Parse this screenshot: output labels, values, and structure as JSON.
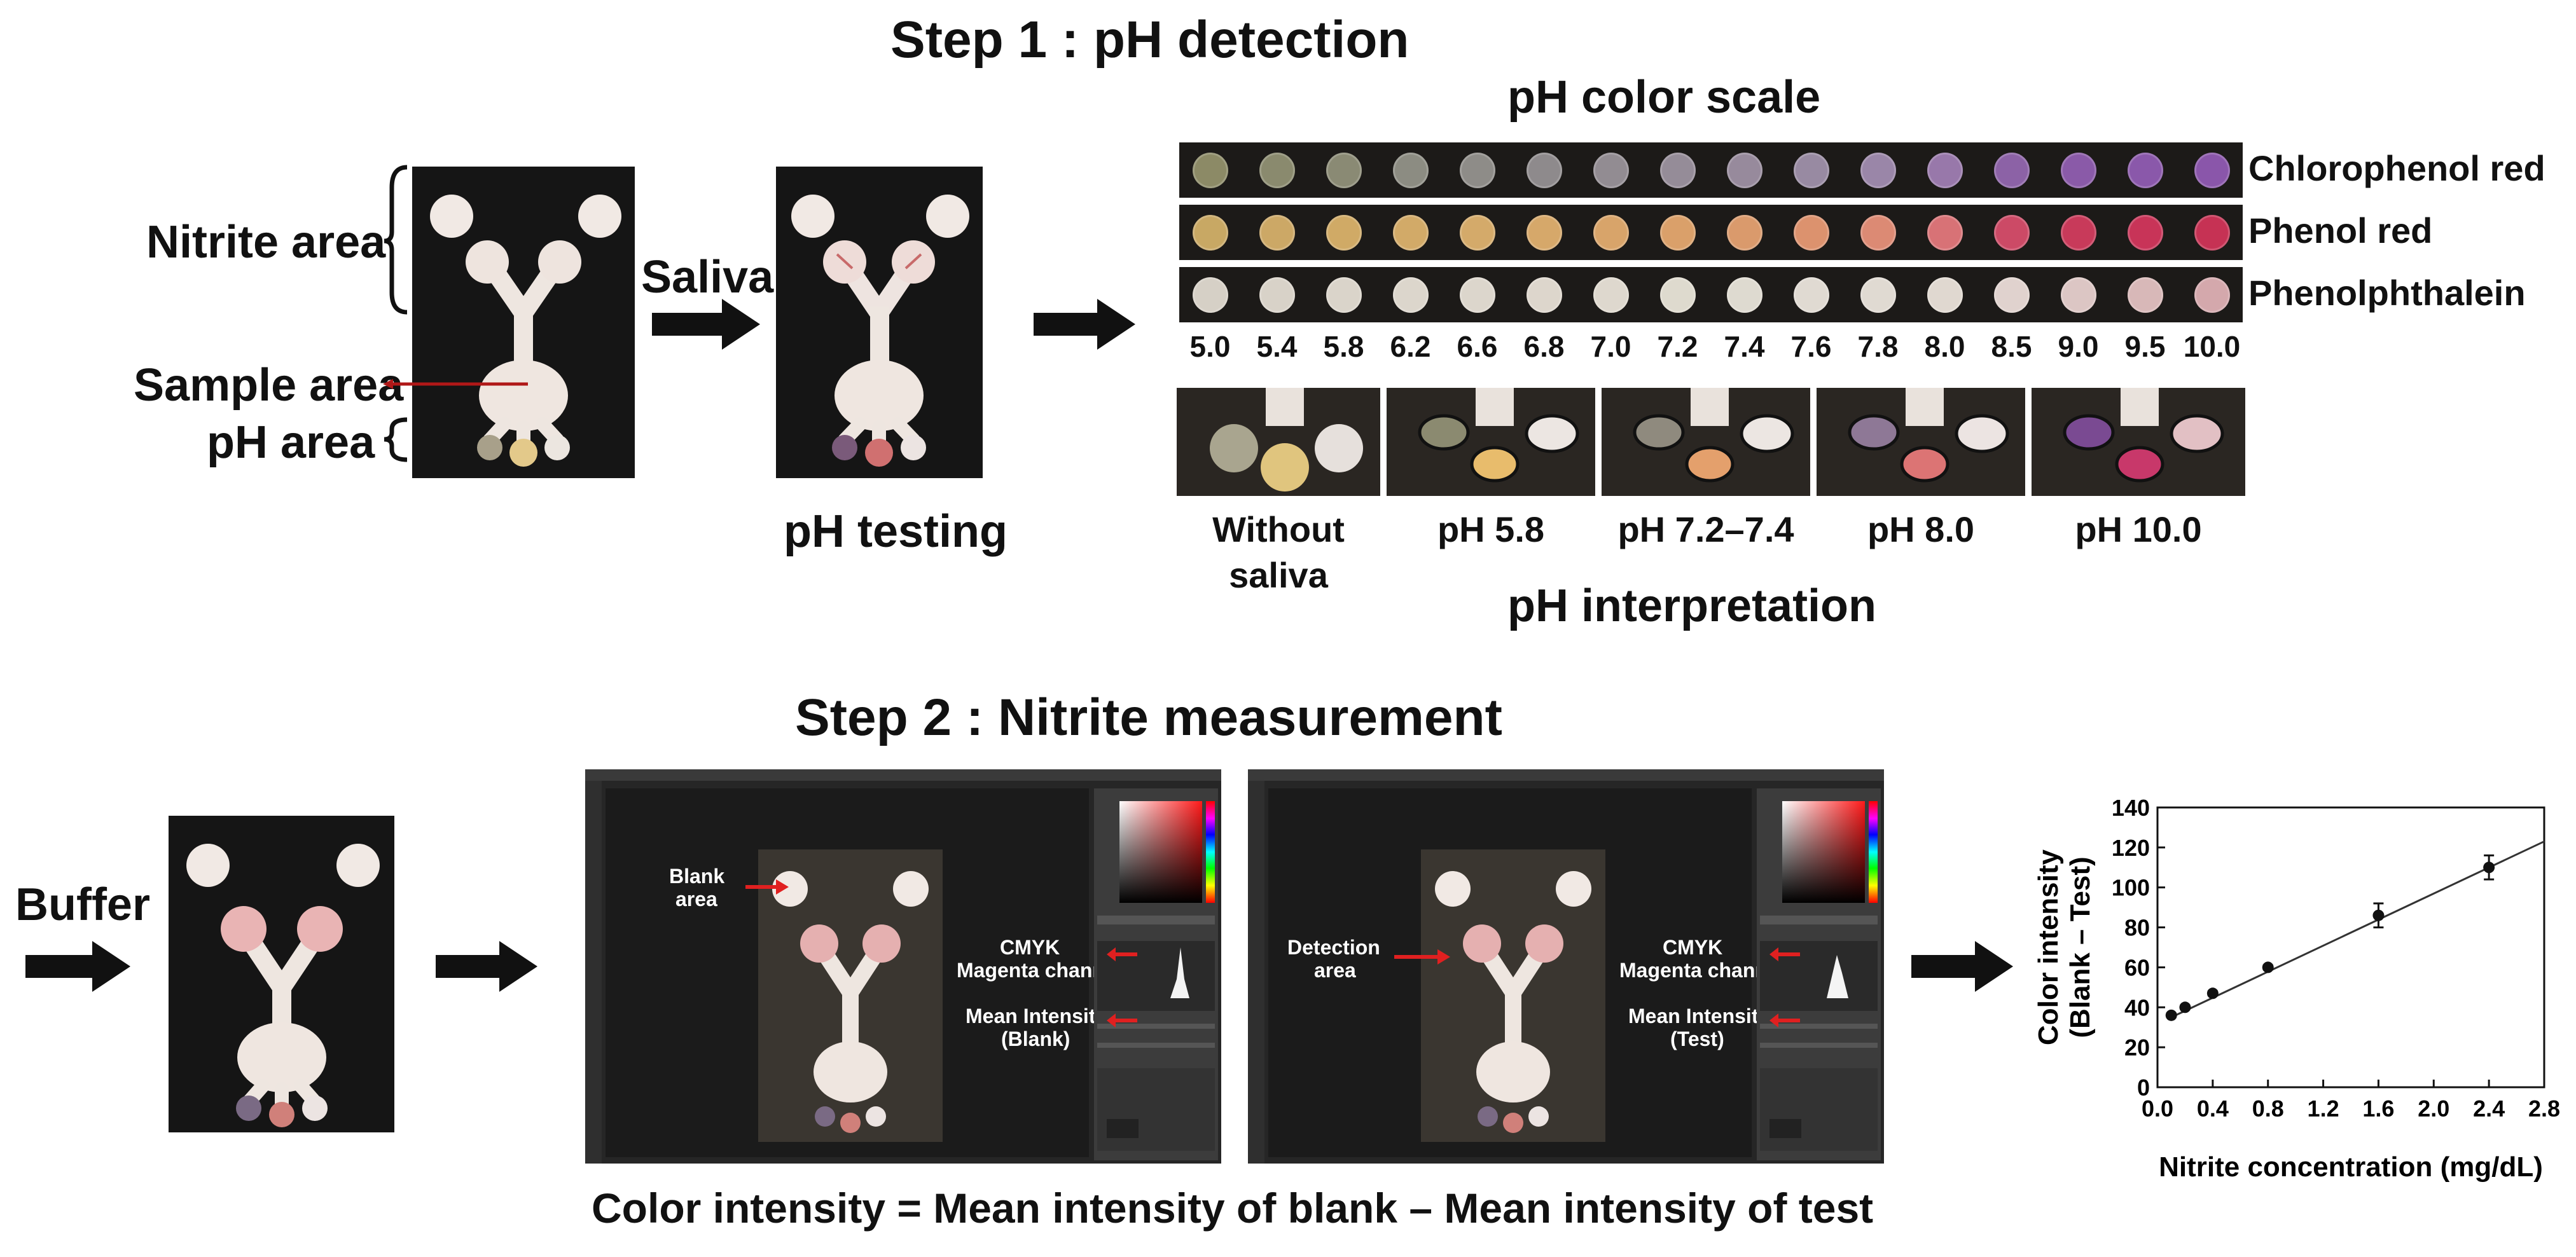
{
  "step1": {
    "title": "Step 1 : pH detection",
    "labels": {
      "nitrite_area": "Nitrite area",
      "sample_area": "Sample area",
      "ph_area": "pH area"
    },
    "saliva_label": "Saliva",
    "ph_testing_label": "pH testing",
    "color_scale_title": "pH color scale",
    "indicators": [
      "Chlorophenol red",
      "Phenol red",
      "Phenolphthalein"
    ],
    "ph_values": [
      "5.0",
      "5.4",
      "5.8",
      "6.2",
      "6.6",
      "6.8",
      "7.0",
      "7.2",
      "7.4",
      "7.6",
      "7.8",
      "8.0",
      "8.5",
      "9.0",
      "9.5",
      "10.0"
    ],
    "interpretation_title": "pH interpretation",
    "interpretation_labels": [
      "Without",
      "saliva",
      "pH 5.8",
      "pH 7.2–7.4",
      "pH 8.0",
      "pH 10.0"
    ]
  },
  "step2": {
    "title": "Step 2 : Nitrite measurement",
    "buffer_label": "Buffer",
    "screen1": {
      "area_line1": "Blank",
      "area_line2": "area",
      "channel_line1": "CMYK",
      "channel_line2": "Magenta channel",
      "mean_line1": "Mean Intensity",
      "mean_line2": "(Blank)"
    },
    "screen2": {
      "area_line1": "Detection",
      "area_line2": "area",
      "channel_line1": "CMYK",
      "channel_line2": "Magenta channel",
      "mean_line1": "Mean Intensity",
      "mean_line2": "(Test)"
    },
    "formula": "Color intensity = Mean intensity of blank – Mean intensity of test"
  },
  "chart_data": {
    "type": "scatter",
    "xlabel": "Nitrite concentration (mg/dL)",
    "ylabel_line1": "Color intensity",
    "ylabel_line2": "(Blank – Test)",
    "xlim": [
      0.0,
      2.8
    ],
    "ylim": [
      0,
      140
    ],
    "x_ticks": [
      "0.0",
      "0.4",
      "0.8",
      "1.2",
      "1.6",
      "2.0",
      "2.4",
      "2.8"
    ],
    "y_ticks": [
      "0",
      "20",
      "40",
      "60",
      "80",
      "100",
      "120",
      "140"
    ],
    "points": [
      {
        "x": 0.1,
        "y": 36,
        "err": 1
      },
      {
        "x": 0.2,
        "y": 40,
        "err": 1
      },
      {
        "x": 0.4,
        "y": 47,
        "err": 1
      },
      {
        "x": 0.8,
        "y": 60,
        "err": 1
      },
      {
        "x": 1.6,
        "y": 86,
        "err": 6
      },
      {
        "x": 2.4,
        "y": 110,
        "err": 6
      }
    ],
    "fit_line": {
      "x0": 0.1,
      "y0": 35,
      "x1": 2.8,
      "y1": 123
    },
    "grid": false,
    "colors": {
      "marker": "#111111",
      "line": "#333333"
    }
  },
  "colors": {
    "chlorophenol_red": [
      "#8c8a66",
      "#8a8a6e",
      "#8a8a74",
      "#8c8c82",
      "#8e8c88",
      "#8e8a8c",
      "#928c92",
      "#958c98",
      "#978a9c",
      "#988aa2",
      "#9a86a8",
      "#9878aa",
      "#8c62a6",
      "#8a5aa8",
      "#8a58aa",
      "#8a56aa"
    ],
    "phenol_red": [
      "#c8a864",
      "#cca866",
      "#d0aa66",
      "#d2aa68",
      "#d4aa6a",
      "#d6a86a",
      "#d8a46a",
      "#daa06a",
      "#da9a6c",
      "#dc926e",
      "#dc8a74",
      "#d87276",
      "#cc4a66",
      "#c83a5a",
      "#c83458",
      "#c63254"
    ],
    "phenolphthalein": [
      "#d6d0c6",
      "#d8d2c8",
      "#dad4ca",
      "#dcd6cc",
      "#dcd6cc",
      "#ddd6cc",
      "#ded8ce",
      "#dedace",
      "#dedad0",
      "#e0dad2",
      "#e0dad2",
      "#e0d8d0",
      "#e0d2ce",
      "#dcc6c4",
      "#d8b8b8",
      "#d4a8ac"
    ]
  }
}
